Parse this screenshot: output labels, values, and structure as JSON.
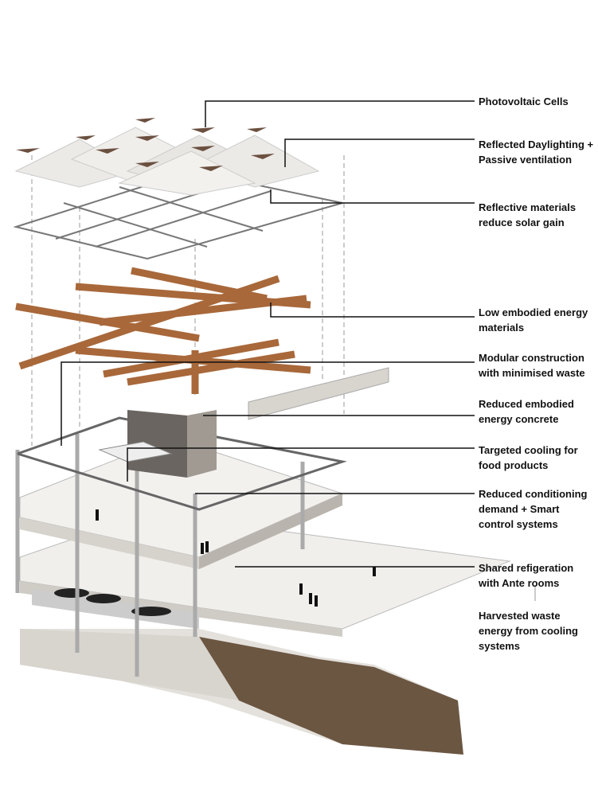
{
  "labels": [
    "Photovoltaic Cells",
    "Reflected Daylighting +\nPassive ventilation",
    "Reflective materials\nreduce solar gain",
    "Low embodied energy\nmaterials",
    "Modular construction\nwith minimised waste",
    "Reduced embodied\nenergy concrete",
    "Targeted  cooling for\nfood products",
    "Reduced conditioning\ndemand + Smart\ncontrol systems",
    "Shared refigeration\nwith Ante rooms",
    "Harvested waste\nenergy from cooling\nsystems"
  ],
  "colors": {
    "timber": "#a8683a",
    "terrain": "#6b5642",
    "slab": "#eeece8",
    "leader": "#111111",
    "text": "#111111"
  }
}
